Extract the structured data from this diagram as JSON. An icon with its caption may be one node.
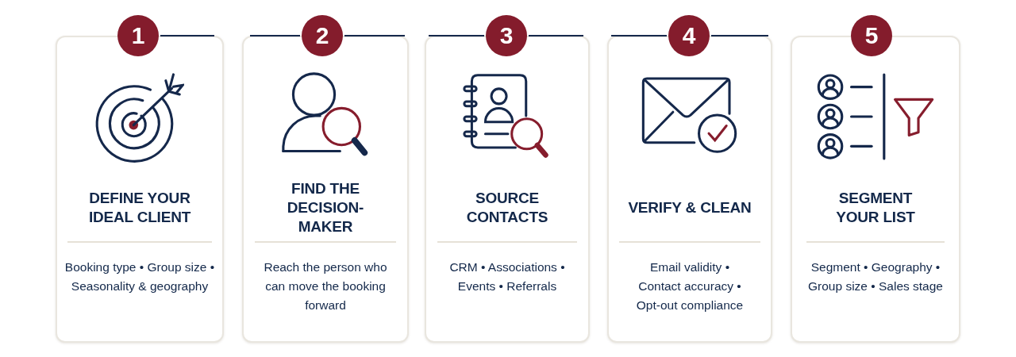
{
  "diagram": {
    "nodes": [
      {
        "text": [
          "1"
        ]
      },
      {
        "text": [
          "DEFINE YOUR IDEAL CLIENT",
          "Booking type • Group size • Seasonality & geography"
        ]
      },
      {
        "text": [
          "2"
        ]
      },
      {
        "text": [
          "FIND THE DECISION-MAKER",
          "Reach the person who can move the booking forward"
        ]
      },
      {
        "text": [
          "3"
        ]
      },
      {
        "text": [
          "SOURCE CONTACTS",
          "CRM • Associations • Events • Referrals"
        ]
      },
      {
        "text": [
          "4"
        ]
      },
      {
        "text": [
          "VERIFY & CLEAN",
          "Email validity • Contact accuracy • Opt-out compliance"
        ]
      },
      {
        "text": [
          "5"
        ]
      },
      {
        "text": [
          "SEGMENT YOUR LIST",
          "Segment • Geography • Group size • Sales stage"
        ]
      }
    ]
  }
}
